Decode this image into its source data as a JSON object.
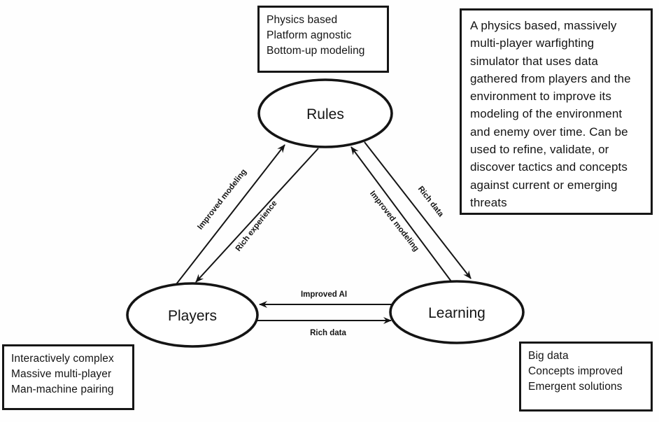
{
  "diagram": {
    "nodes": [
      {
        "id": "rules",
        "label": "Rules"
      },
      {
        "id": "players",
        "label": "Players"
      },
      {
        "id": "learning",
        "label": "Learning"
      }
    ],
    "edges": [
      {
        "from": "players",
        "to": "rules",
        "label": "Improved modeling"
      },
      {
        "from": "rules",
        "to": "players",
        "label": "Rich experience"
      },
      {
        "from": "learning",
        "to": "rules",
        "label": "Improved modeling"
      },
      {
        "from": "rules",
        "to": "learning",
        "label": "Rich data"
      },
      {
        "from": "learning",
        "to": "players",
        "label": "Improved AI"
      },
      {
        "from": "players",
        "to": "learning",
        "label": "Rich data"
      }
    ],
    "boxes": {
      "rules_notes": {
        "lines": [
          "Physics based",
          "Platform agnostic",
          "Bottom-up modeling"
        ]
      },
      "players_notes": {
        "lines": [
          "Interactively complex",
          "Massive multi-player",
          "Man-machine pairing"
        ]
      },
      "learning_notes": {
        "lines": [
          "Big data",
          "Concepts improved",
          "Emergent solutions"
        ]
      },
      "description": {
        "text": "A physics based, massively multi-player warfighting simulator that uses data gathered from players and the environment to improve its modeling of the environment and enemy over time.  Can be used to refine, validate, or discover tactics and concepts against current or emerging threats"
      }
    },
    "colors": {
      "ink": "#141414",
      "background": "#ffffff"
    }
  }
}
